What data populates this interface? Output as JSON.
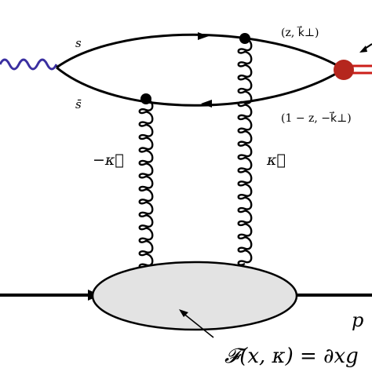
{
  "labels": {
    "quark": "s",
    "antiquark": "s̄",
    "quark_kinematics": "(z, k⃗⊥)",
    "antiquark_kinematics": "(1 − z, −k⃗⊥)",
    "left_gluon_momentum": "−κ⃗",
    "right_gluon_momentum": "κ⃗",
    "proton": "p",
    "gluon_density": "𝓕(x, κ) = ∂xg"
  },
  "colors": {
    "photon": "#3a2fa0",
    "vertex": "#b5261e",
    "outgoing_meson": "#cc1f1a",
    "blob_fill": "#e3e3e3",
    "line": "#000000"
  }
}
